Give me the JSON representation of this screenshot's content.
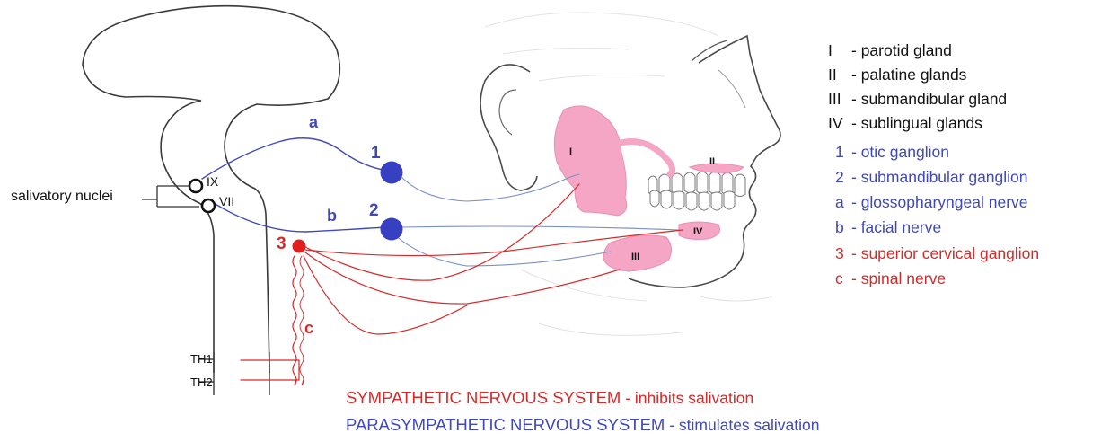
{
  "labels": {
    "salivatory_nuclei": "salivatory nuclei",
    "IX": "IX",
    "VII": "VII",
    "TH1": "TH1",
    "TH2": "TH2",
    "n1": "1",
    "n2": "2",
    "n3": "3",
    "a": "a",
    "b": "b",
    "c": "c",
    "gland_I": "I",
    "gland_II": "II",
    "gland_III": "III",
    "gland_IV": "IV"
  },
  "legend": [
    {
      "key": "I",
      "text": "- parotid gland",
      "color": "black"
    },
    {
      "key": "II",
      "text": "- palatine glands",
      "color": "black"
    },
    {
      "key": "III",
      "text": "- submandibular gland",
      "color": "black"
    },
    {
      "key": "IV",
      "text": "- sublingual glands",
      "color": "black"
    },
    {
      "key": "1",
      "text": "- otic ganglion",
      "color": "blue"
    },
    {
      "key": "2",
      "text": "- submandibular ganglion",
      "color": "blue"
    },
    {
      "key": "a",
      "text": "- glossopharyngeal nerve",
      "color": "blue"
    },
    {
      "key": "b",
      "text": "- facial nerve",
      "color": "blue"
    },
    {
      "key": "3",
      "text": "- superior cervical ganglion",
      "color": "red"
    },
    {
      "key": "c",
      "text": "- spinal nerve",
      "color": "red"
    }
  ],
  "footer": {
    "sympathetic_title": "SYMPATHETIC NERVOUS SYSTEM",
    "sympathetic_desc": " - inhibits salivation",
    "parasympathetic_title": "PARASYMPATHETIC NERVOUS SYSTEM",
    "parasympathetic_desc": " - stimulates salivation"
  },
  "colors": {
    "sympathetic": "#d52a2a",
    "parasympathetic": "#4148b8",
    "gland": "#f4a6c4",
    "outline": "#333333"
  }
}
